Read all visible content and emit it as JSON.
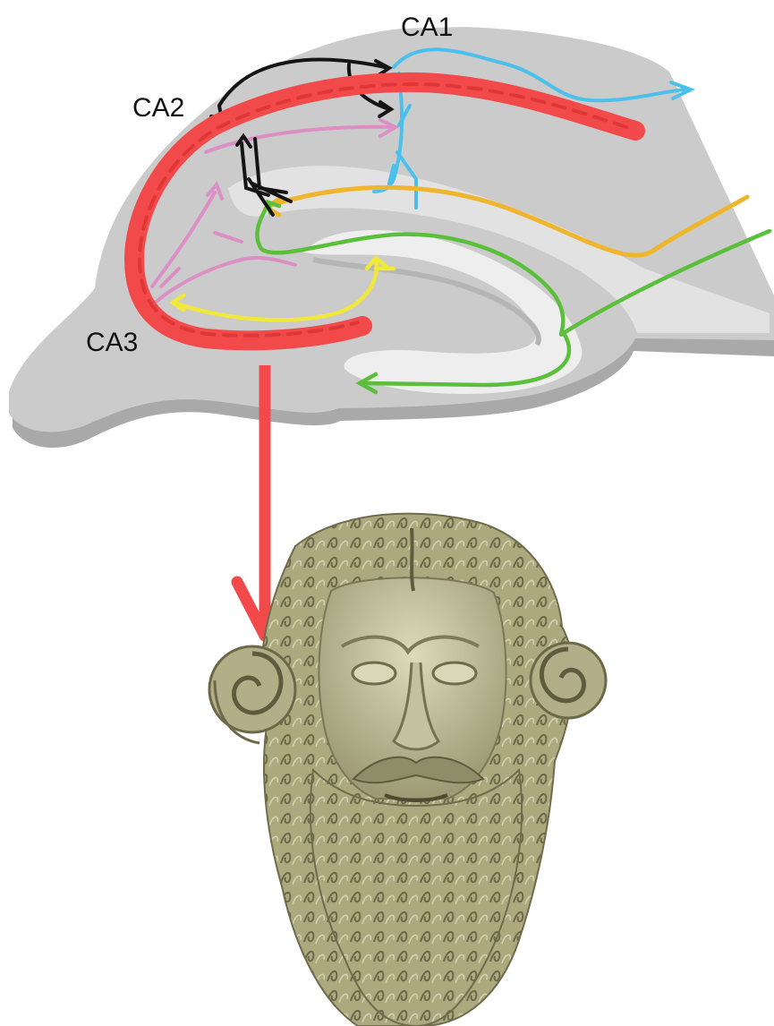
{
  "labels": {
    "ca1": "CA1",
    "ca2": "CA2",
    "ca3": "CA3"
  },
  "colors": {
    "slab_top": "#cbcbcb",
    "slab_side": "#a9a9a9",
    "slab_edge": "#9a9a9a",
    "inner_light": "#e9e9e9",
    "groove": "#b8b8b8",
    "pyramidal_layer": "#f24a4a",
    "ca1_fibers": "#4cc0ea",
    "black_fibers": "#141414",
    "pink_fibers": "#dc8fc4",
    "yellow_fibers": "#f0e83a",
    "orange_fibers": "#efb52c",
    "green_fibers": "#5cbf3c",
    "arrow_to_head": "#f24a4a",
    "bust_light": "#c9c7a4",
    "bust_mid": "#a9a680",
    "bust_dark": "#6f6c4c"
  },
  "icons": {
    "hippocampus_slice": "hippocampus-slice-diagram",
    "ram_horned_head": "ram-horned-bearded-head-sculpture-icon"
  }
}
